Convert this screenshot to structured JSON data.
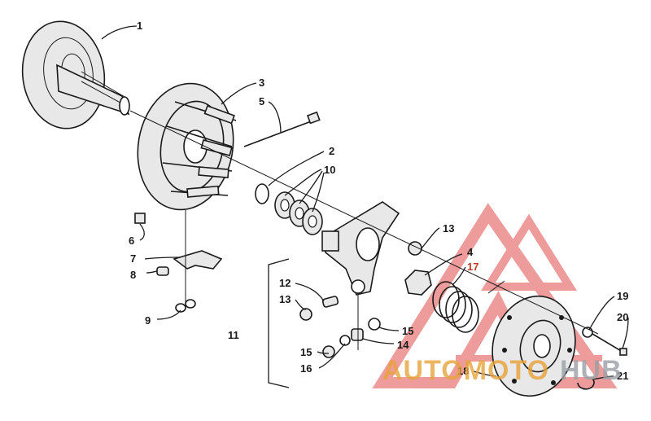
{
  "labels": [
    {
      "id": "1",
      "text": "1"
    },
    {
      "id": "2",
      "text": "2"
    },
    {
      "id": "3",
      "text": "3"
    },
    {
      "id": "4",
      "text": "4"
    },
    {
      "id": "5",
      "text": "5"
    },
    {
      "id": "6",
      "text": "6"
    },
    {
      "id": "7",
      "text": "7"
    },
    {
      "id": "8",
      "text": "8"
    },
    {
      "id": "9",
      "text": "9"
    },
    {
      "id": "10",
      "text": "10"
    },
    {
      "id": "11",
      "text": "11"
    },
    {
      "id": "12",
      "text": "12"
    },
    {
      "id": "13a",
      "text": "13"
    },
    {
      "id": "13b",
      "text": "13"
    },
    {
      "id": "14",
      "text": "14"
    },
    {
      "id": "15a",
      "text": "15"
    },
    {
      "id": "15b",
      "text": "15"
    },
    {
      "id": "16",
      "text": "16"
    },
    {
      "id": "17",
      "text": "17"
    },
    {
      "id": "18",
      "text": "18"
    },
    {
      "id": "19",
      "text": "19"
    },
    {
      "id": "20",
      "text": "20"
    },
    {
      "id": "21",
      "text": "21"
    }
  ],
  "watermark": {
    "text_part1": "AUTOMOTO",
    "text_part2": "HUB",
    "color_accent": "#e8a33a",
    "color_secondary": "#9aa0a6",
    "color_logo": "#e04a4a"
  }
}
